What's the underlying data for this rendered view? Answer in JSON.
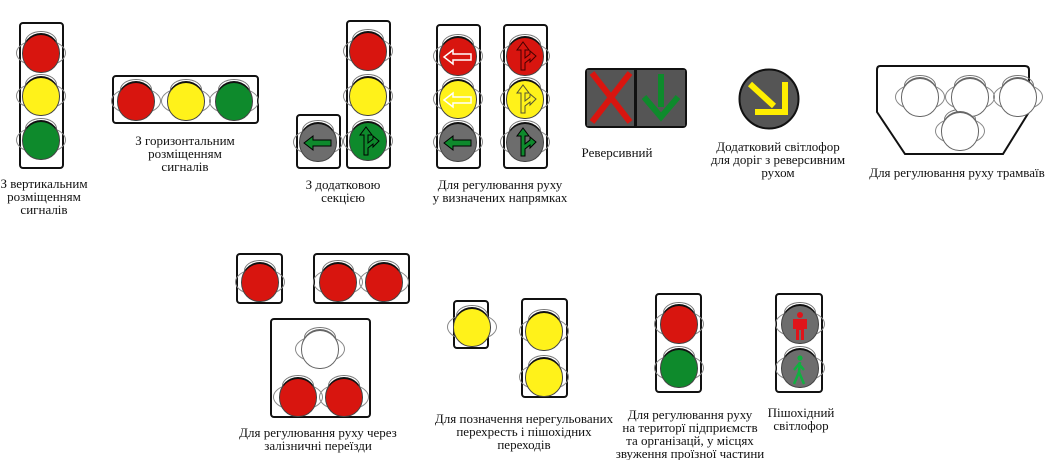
{
  "captions": {
    "vertical": [
      "З вертикальним",
      "розміщенням",
      "сигналів"
    ],
    "horizontal": [
      "З горизонтальним",
      "розміщенням",
      "сигналів"
    ],
    "additional_section": [
      "З додатковою",
      "секцією"
    ],
    "directions": [
      "Для регулювання руху",
      "у визначених напрямках"
    ],
    "reversible": [
      "Реверсивний"
    ],
    "reversible_additional": [
      "Додатковий  світлофор",
      "для доріг з реверсивним",
      "рухом"
    ],
    "tram": [
      "Для регулювання руху трамваїв"
    ],
    "railway": [
      "Для регулювання руху через",
      "залізничні переїзди"
    ],
    "unregulated": [
      "Для позначення нерегульованих",
      "перехресть і пішохідних",
      "переходів"
    ],
    "enterprise": [
      "Для регулювання руху",
      "на територї підприємств",
      "та організацй, у місцях",
      "звуження проїзної частини"
    ],
    "pedestrian": [
      "Пішохідний",
      "світлофор"
    ]
  },
  "colors": {
    "red": "#d8150f",
    "yellow": "#fff21a",
    "green": "#0e8a2c",
    "gray": "#6d6d6d"
  }
}
